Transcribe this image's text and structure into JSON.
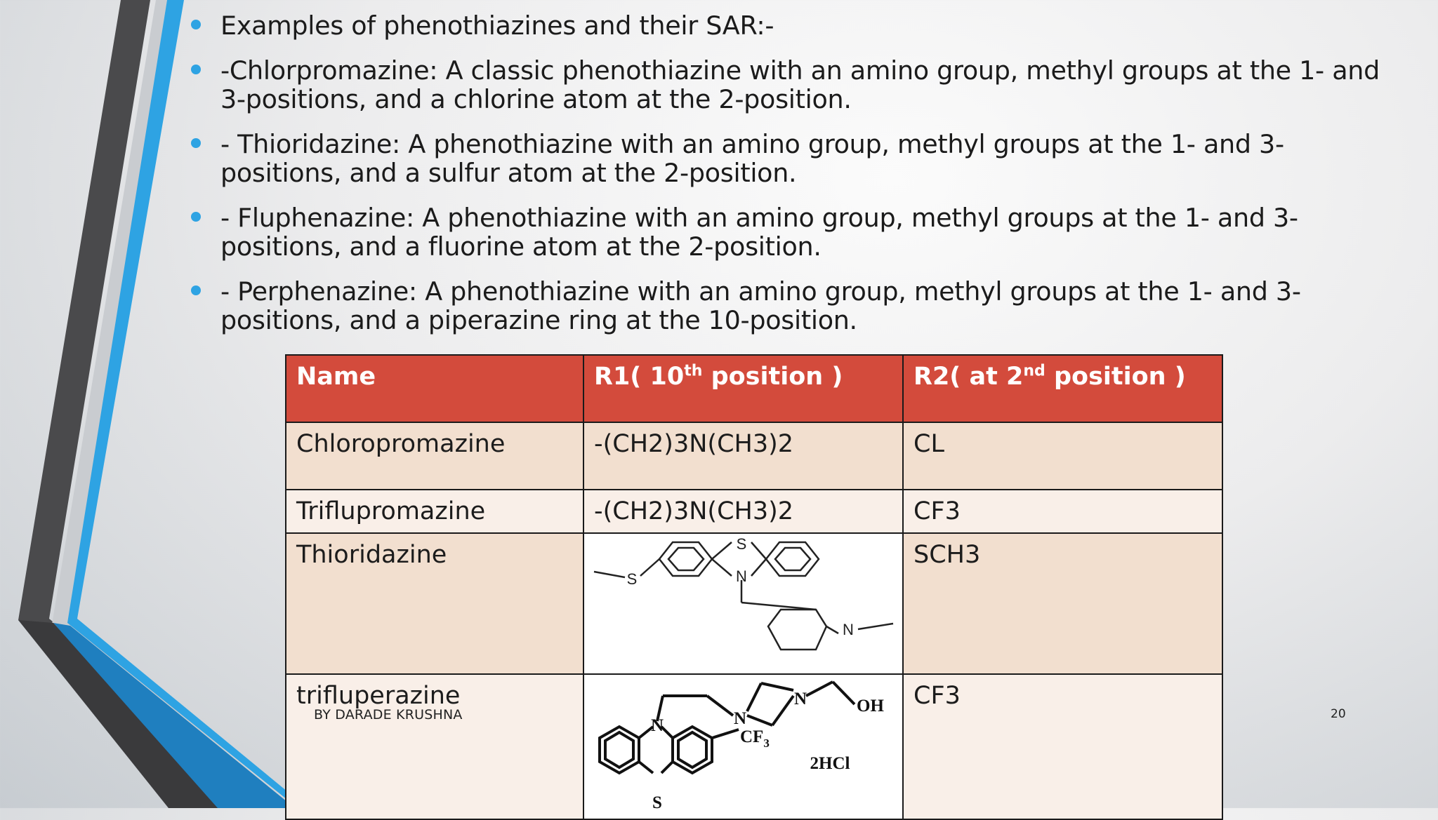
{
  "bullets": [
    "Examples of phenothiazines and their SAR:-",
    "-Chlorpromazine: A classic phenothiazine with an amino group, methyl groups at the 1- and 3-positions, and a chlorine atom at the 2-position.",
    "- Thioridazine: A phenothiazine with an amino group, methyl groups at the 1- and 3-positions, and a sulfur atom at the 2-position.",
    "- Fluphenazine: A phenothiazine with an amino group, methyl groups at the 1- and 3-positions, and a fluorine atom at the 2-position.",
    "- Perphenazine: A phenothiazine with an amino group, methyl groups at the 1- and 3-positions, and a piperazine ring at the 10-position."
  ],
  "table": {
    "headers": {
      "name": "Name",
      "r1_pre": "R1( 10",
      "r1_sup": "th",
      "r1_post": " position )",
      "r2_pre": "R2( at 2",
      "r2_sup": "nd",
      "r2_post": " position )"
    },
    "rows": [
      {
        "name": "Chloropromazine",
        "r1": "-(CH2)3N(CH3)2",
        "r2": "CL"
      },
      {
        "name": "Triflupromazine",
        "r1": "-(CH2)3N(CH3)2",
        "r2": "CF3"
      },
      {
        "name": "Thioridazine",
        "r2": "SCH3",
        "structure_labels": {
          "s_ring": "S",
          "s_methyl": "S",
          "n_ring": "N",
          "n_piperidine": "N"
        }
      },
      {
        "name": "trifluperazine",
        "r2": "CF3",
        "structure_labels": {
          "n_ring": "N",
          "s_ring": "S",
          "n_pip1": "N",
          "n_pip2": "N",
          "oh": "OH",
          "cf3": "CF",
          "cf3_sub": "3",
          "hcl": "2HCl"
        }
      }
    ]
  },
  "footer": {
    "author": "BY DARADE KRUSHNA",
    "page_number": "20"
  },
  "colors": {
    "accent_blue": "#2ea3e3",
    "header_red": "#d34b3c",
    "row_dark": "#f2dfcf",
    "row_light": "#f9efe8"
  }
}
